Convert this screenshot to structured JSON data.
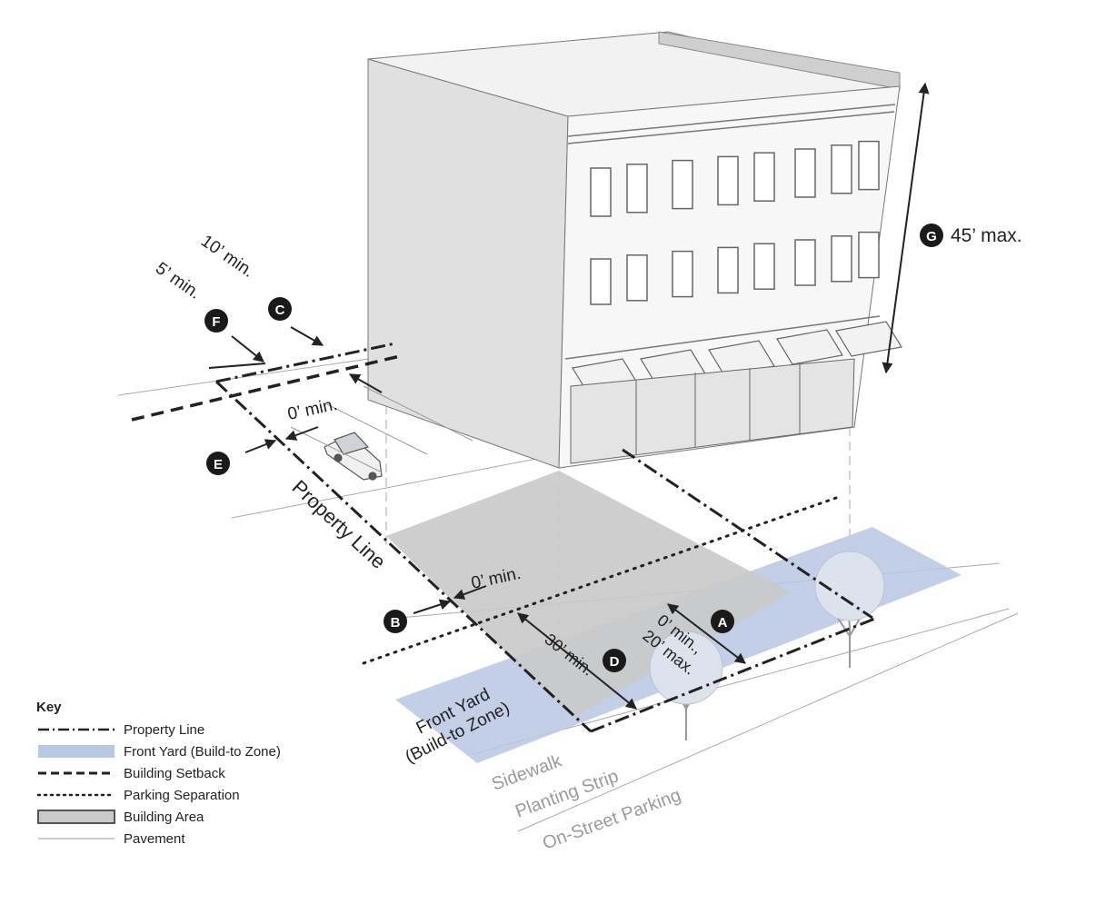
{
  "diagram": {
    "markers": [
      "A",
      "B",
      "C",
      "D",
      "E",
      "F",
      "G"
    ],
    "height_label": "45’ max.",
    "rear_setback": "10’ min.",
    "side_separation": "5’ min.",
    "rear_line_gap": "0’ min.",
    "side_setback": "0’ min.",
    "property_line_label": "Property Line",
    "front_yard_depth": "0’ min.,\n20’ max.",
    "front_yard_depth_line1": "0’ min.,",
    "front_yard_depth_line2": "20’ max.",
    "parking_setback": "30’ min.",
    "front_yard_line1": "Front Yard",
    "front_yard_line2": "(Build-to Zone)",
    "sidewalk": "Sidewalk",
    "planting_strip": "Planting Strip",
    "on_street_parking": "On-Street Parking",
    "colors": {
      "front_yard": "#b8c7e2",
      "building_area": "#c9c9c9",
      "marker": "#1a1a1a"
    }
  },
  "key": {
    "title": "Key",
    "items": [
      {
        "symbol": "dash-dot-line",
        "label": "Property Line"
      },
      {
        "symbol": "blue-fill",
        "label": "Front Yard (Build-to Zone)"
      },
      {
        "symbol": "dashed-line",
        "label": "Building Setback"
      },
      {
        "symbol": "dotted-line",
        "label": "Parking Separation"
      },
      {
        "symbol": "gray-box",
        "label": "Building Area"
      },
      {
        "symbol": "thin-line",
        "label": "Pavement"
      }
    ]
  }
}
